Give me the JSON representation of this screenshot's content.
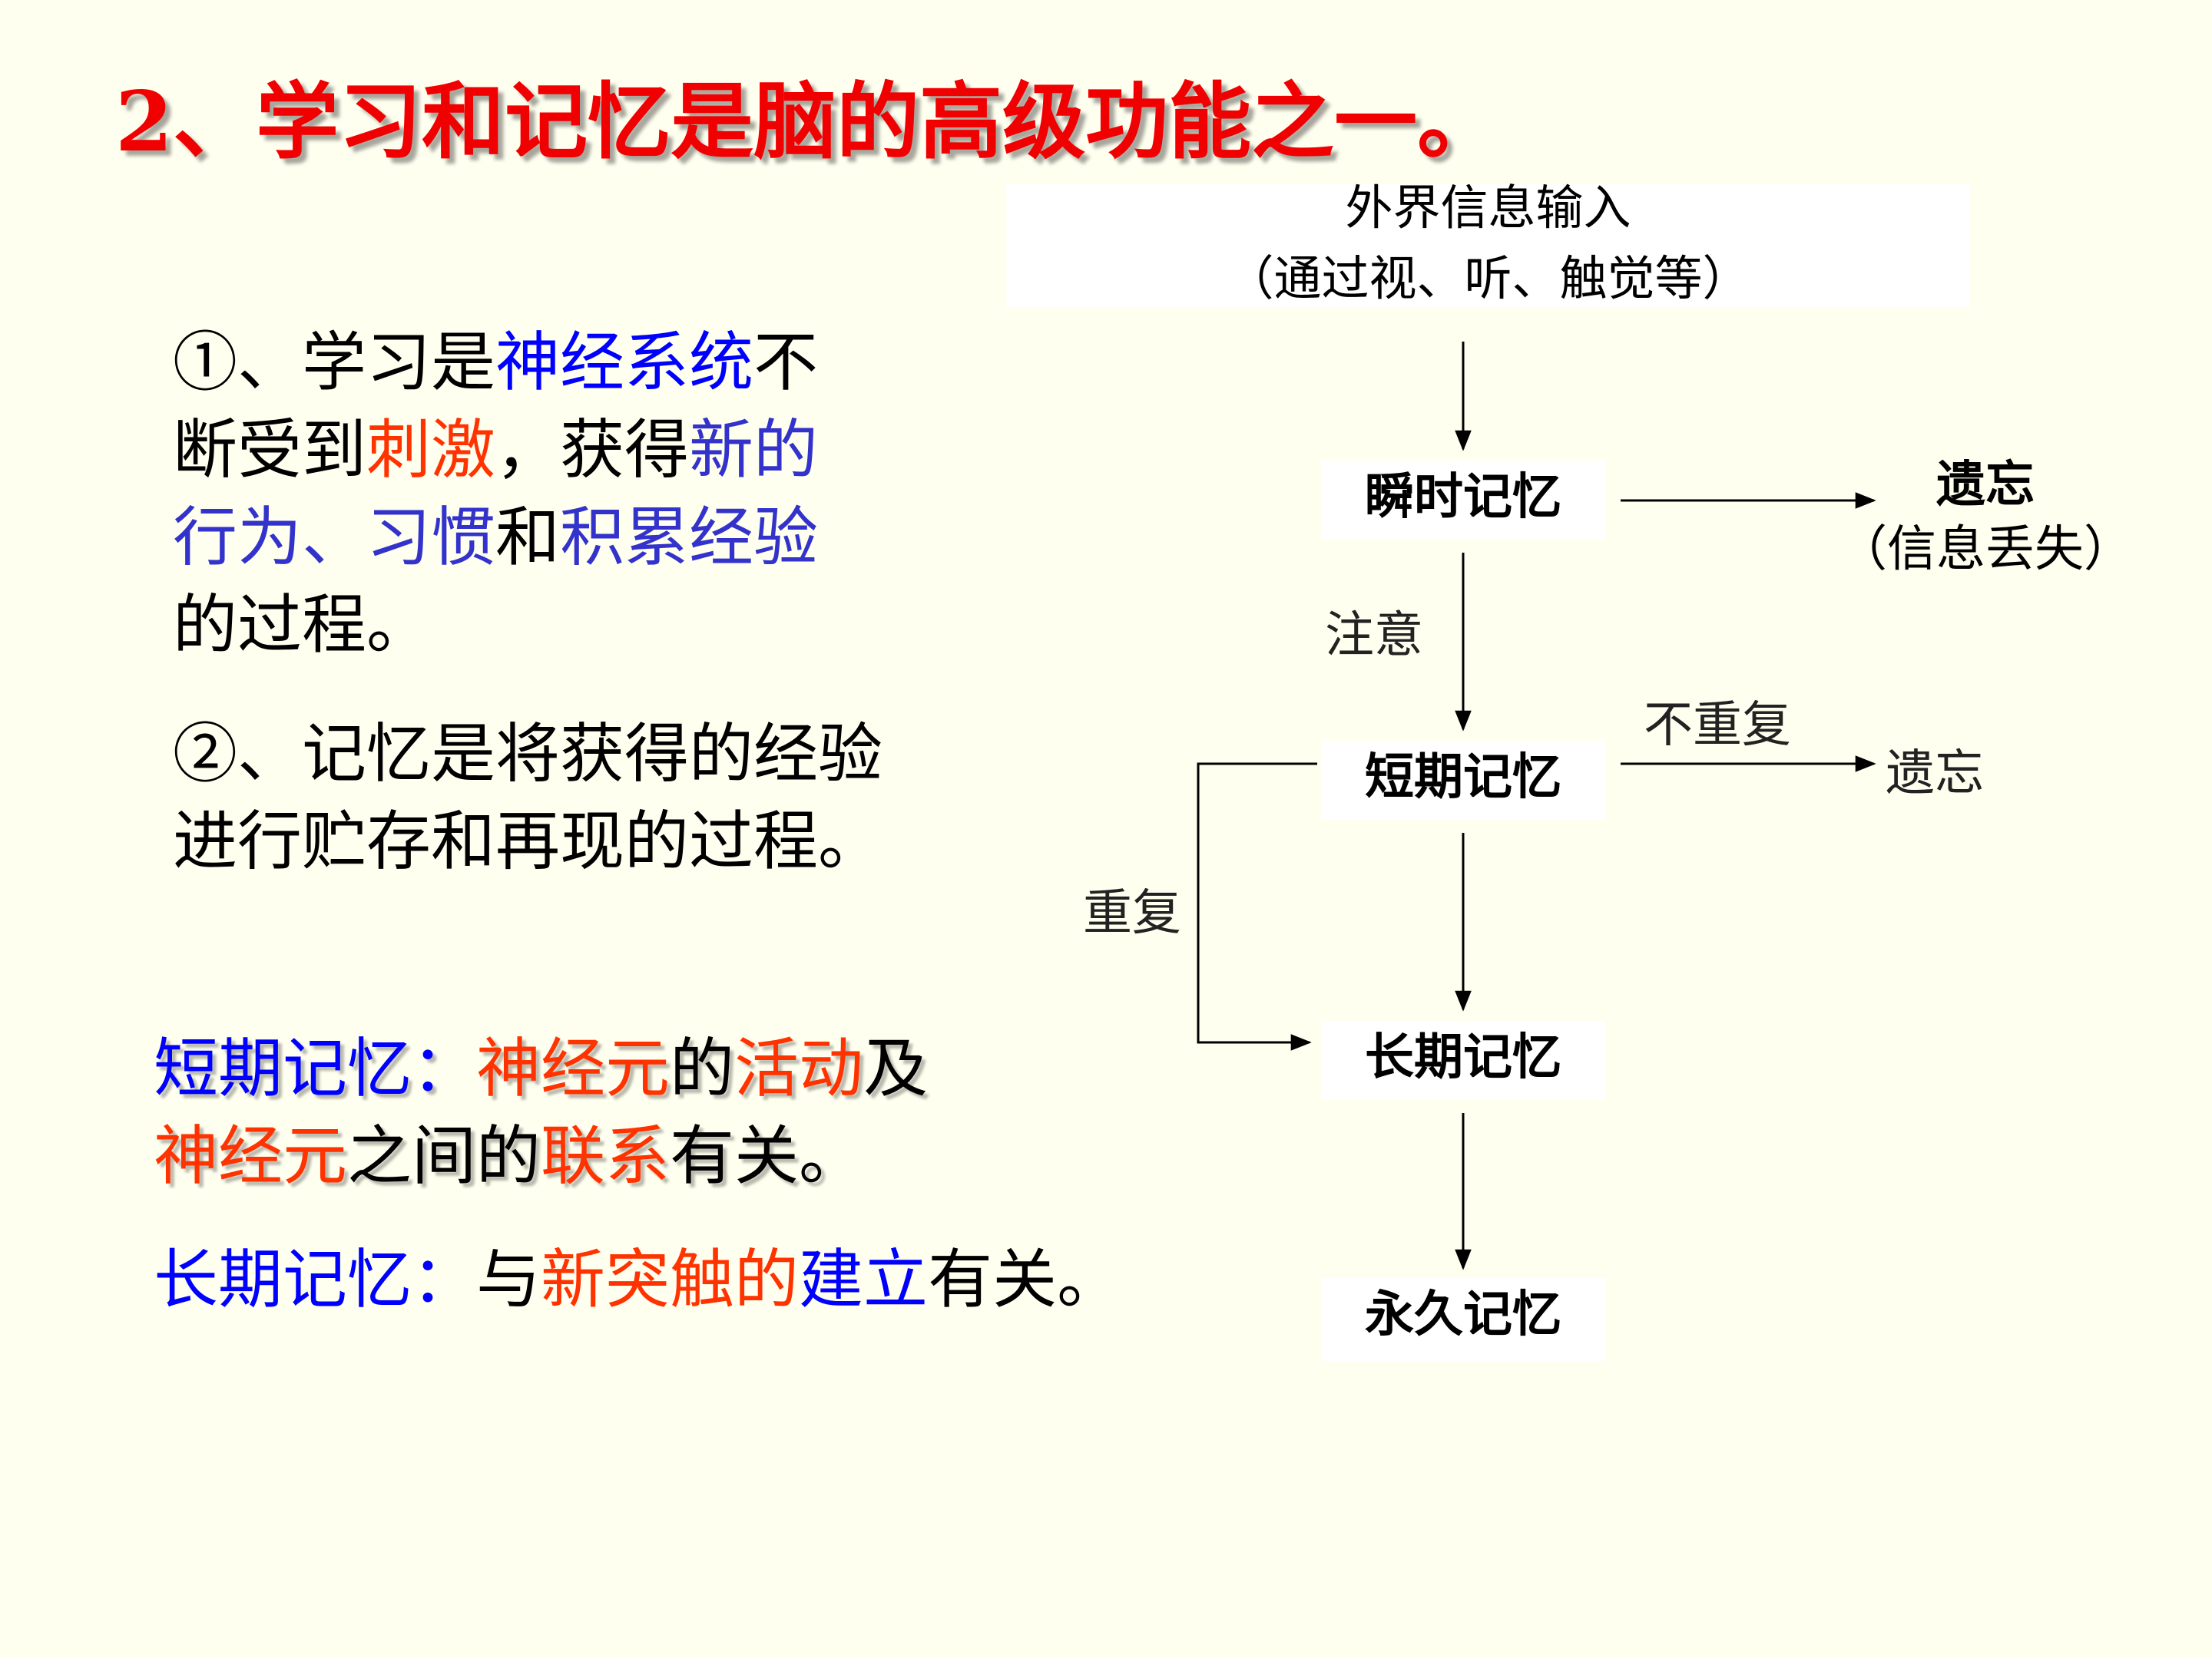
{
  "title": "2、学习和记忆是脑的高级功能之一。",
  "learning": {
    "line1": [
      "①、学习是",
      "神经系统",
      "不"
    ],
    "line2": [
      "断受到",
      "刺激",
      "，获得",
      "新的"
    ],
    "line3": [
      "行为、习惯",
      "和",
      "积累经验"
    ],
    "line4": "的过程。"
  },
  "memory_def": {
    "line1": "②、记忆是将获得的经验",
    "line2": "进行贮存和再现的过程。"
  },
  "short_term": {
    "label": "短期记忆：",
    "part1": "神经元",
    "part2": "的",
    "part3": "活动",
    "part4": "及",
    "part5": "神经元",
    "part6": "之间的",
    "part7": "联系",
    "part8": "有关。"
  },
  "long_term": {
    "label": "长期记忆：",
    "part1": "与",
    "part2": "新突触的",
    "part3": "建立",
    "part4": "有关。"
  },
  "flow": {
    "input_line1": "外界信息输入",
    "input_line2": "（通过视、听、触觉等）",
    "instant": "瞬时记忆",
    "short": "短期记忆",
    "long": "长期记忆",
    "permanent": "永久记忆",
    "attention": "注意",
    "no_repeat": "不重复",
    "repeat": "重复",
    "forget1_line1": "遗忘",
    "forget1_line2": "（信息丢失）",
    "forget2": "遗忘"
  },
  "colors": {
    "title": "#F00000",
    "blue": "#0000FF",
    "navy": "#3333CC",
    "red": "#FF3300",
    "background": "#FFFFF0"
  }
}
